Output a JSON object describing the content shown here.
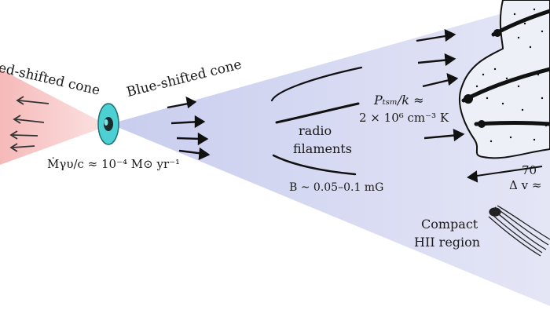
{
  "labels": {
    "red_cone": "ed-shifted cone",
    "blue_cone": "Blue-shifted cone",
    "mass_rate": "Ṁγυ/c ≈ 10⁻⁴ M⊙ yr⁻¹",
    "filaments_line1": "radio",
    "filaments_line2": "filaments",
    "bfield": "B ~ 0.05–0.1 mG",
    "pressure_line1": "Pₜₛₘ/k ≈",
    "pressure_line2": "2 × 10⁶ cm⁻³ K",
    "partial_70": "70",
    "partial_dv": "Δ v ≈",
    "hii_line1": "Compact",
    "hii_line2": "HII region"
  },
  "colors": {
    "red_cone": "#f7c9c9",
    "blue_cone": "#d9dcf2",
    "core_ring": "#3cc4c8",
    "ink": "#1a1a1a"
  }
}
